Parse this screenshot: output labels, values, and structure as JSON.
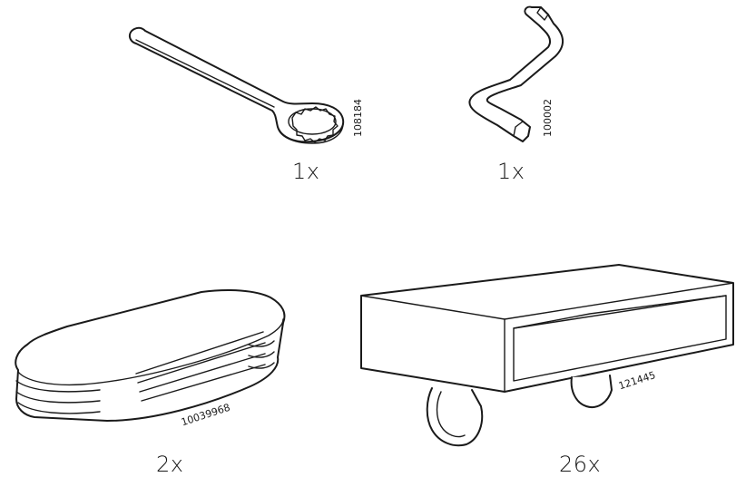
{
  "parts": [
    {
      "id": "wrench",
      "code": "108184",
      "quantity": "1x",
      "icon": "ring-spanner-icon"
    },
    {
      "id": "allen-key",
      "code": "100002",
      "quantity": "1x",
      "icon": "allen-key-icon"
    },
    {
      "id": "end-cap",
      "code": "10039968",
      "quantity": "2x",
      "icon": "oval-end-cap-icon"
    },
    {
      "id": "castor-frame",
      "code": "121445",
      "quantity": "26x",
      "icon": "castor-bracket-icon"
    }
  ]
}
